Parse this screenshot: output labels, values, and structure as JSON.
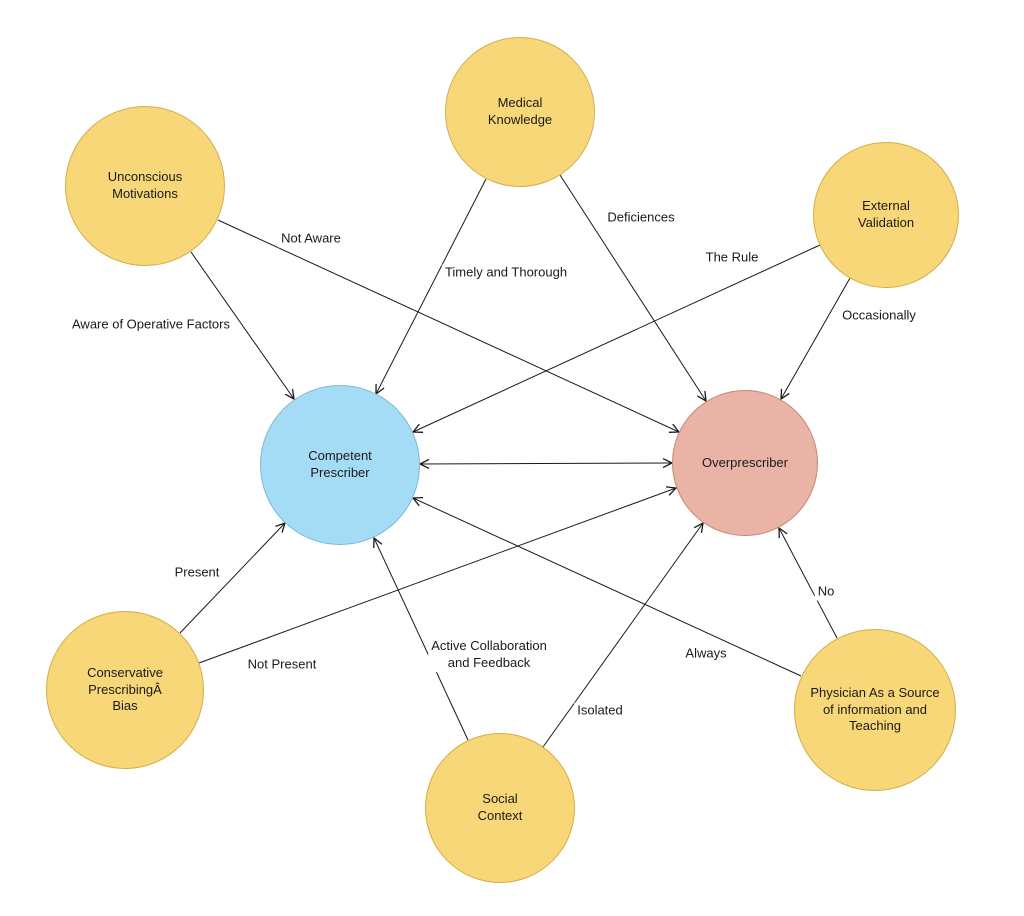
{
  "diagram": {
    "colors": {
      "factor_node_fill": "#F8D778",
      "factor_node_border": "#D2AE4A",
      "competent_node_fill": "#A5DCF5",
      "competent_node_border": "#7EB9D6",
      "overprescriber_node_fill": "#E9B3A5",
      "overprescriber_node_border": "#C58878",
      "edge_stroke": "#1a1a1a",
      "background": "#ffffff"
    },
    "nodes": {
      "unconscious_motivations": {
        "label": "Unconscious\nMotivations"
      },
      "medical_knowledge": {
        "label": "Medical\nKnowledge"
      },
      "external_validation": {
        "label": "External\nValidation"
      },
      "competent_prescriber": {
        "label": "Competent\nPrescriber"
      },
      "overprescriber": {
        "label": "Overprescriber"
      },
      "conservative_bias": {
        "label": "Conservative\nPrescribingÂ\nBias"
      },
      "social_context": {
        "label": "Social\nContext"
      },
      "physician_source": {
        "label": "Physician As a Source\nof information and\nTeaching"
      }
    },
    "edges": {
      "unconscious_to_competent": {
        "from": "Unconscious Motivations",
        "to": "Competent Prescriber",
        "label": "Aware of Operative Factors"
      },
      "unconscious_to_overprescriber": {
        "from": "Unconscious Motivations",
        "to": "Overprescriber",
        "label": "Not Aware"
      },
      "medical_to_competent": {
        "from": "Medical Knowledge",
        "to": "Competent Prescriber",
        "label": "Timely and Thorough"
      },
      "medical_to_overprescriber": {
        "from": "Medical Knowledge",
        "to": "Overprescriber",
        "label": "Deficiences"
      },
      "external_to_competent": {
        "from": "External Validation",
        "to": "Competent Prescriber",
        "label": "The Rule"
      },
      "external_to_overprescriber": {
        "from": "External Validation",
        "to": "Overprescriber",
        "label": "Occasionally"
      },
      "competent_overprescriber": {
        "from": "Competent Prescriber",
        "to": "Overprescriber",
        "label": "",
        "bidirectional": true
      },
      "conservative_to_competent": {
        "from": "Conservative PrescribingÂ Bias",
        "to": "Competent Prescriber",
        "label": "Present"
      },
      "conservative_to_overprescriber": {
        "from": "Conservative PrescribingÂ Bias",
        "to": "Overprescriber",
        "label": "Not Present"
      },
      "social_to_competent": {
        "from": "Social Context",
        "to": "Competent Prescriber",
        "label": "Active Collaboration\nand Feedback"
      },
      "social_to_overprescriber": {
        "from": "Social Context",
        "to": "Overprescriber",
        "label": "Isolated"
      },
      "physician_to_competent": {
        "from": "Physician As a Source of information and Teaching",
        "to": "Competent Prescriber",
        "label": "Always"
      },
      "physician_to_overprescriber": {
        "from": "Physician As a Source of information and Teaching",
        "to": "Overprescriber",
        "label": "No"
      }
    }
  }
}
